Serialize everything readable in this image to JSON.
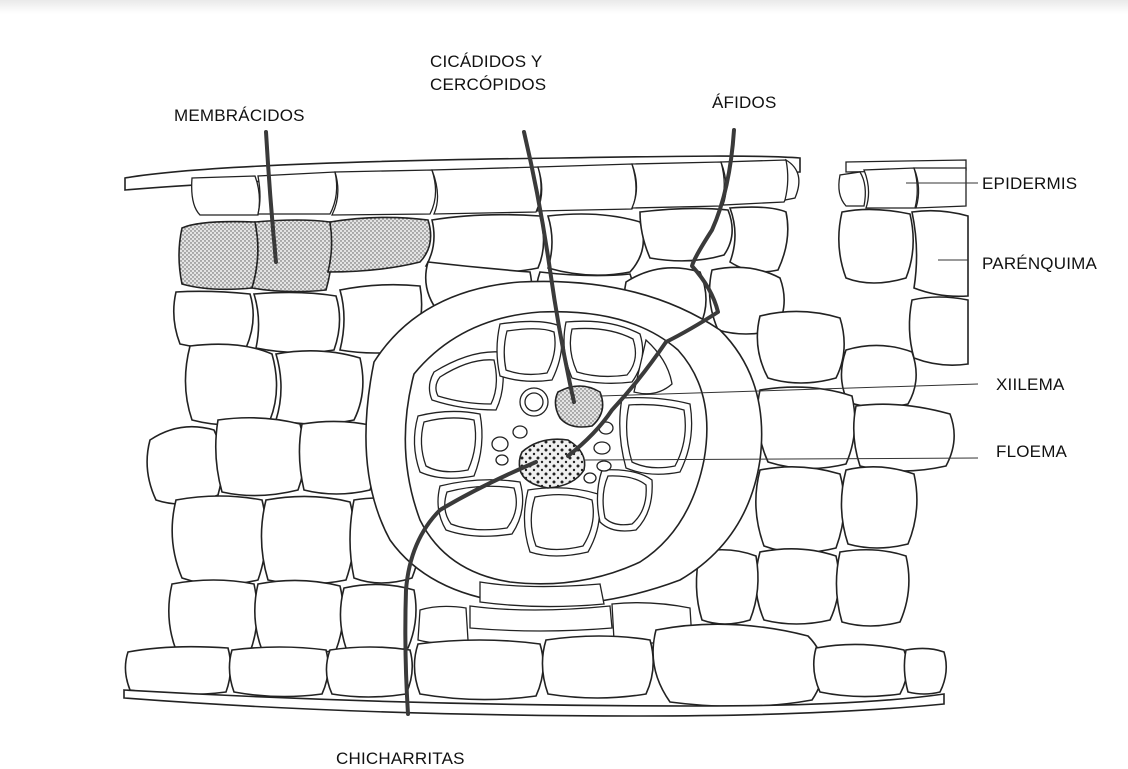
{
  "labels": {
    "membracidos": "MEMBRÁCIDOS",
    "cicadidos_line1": "CICÁDIDOS Y",
    "cicadidos_line2": "CERCÓPIDOS",
    "afidos": "ÁFIDOS",
    "epidermis": "EPIDERMIS",
    "parenquima": "PARÉNQUIMA",
    "xilema": "XIILEMA",
    "floema": "FLOEMA",
    "chicharritas": "CHICHARRITAS"
  },
  "colors": {
    "ink": "#222222",
    "stylet": "#3a3a3a",
    "stipple": "#777777",
    "background": "#ffffff"
  }
}
